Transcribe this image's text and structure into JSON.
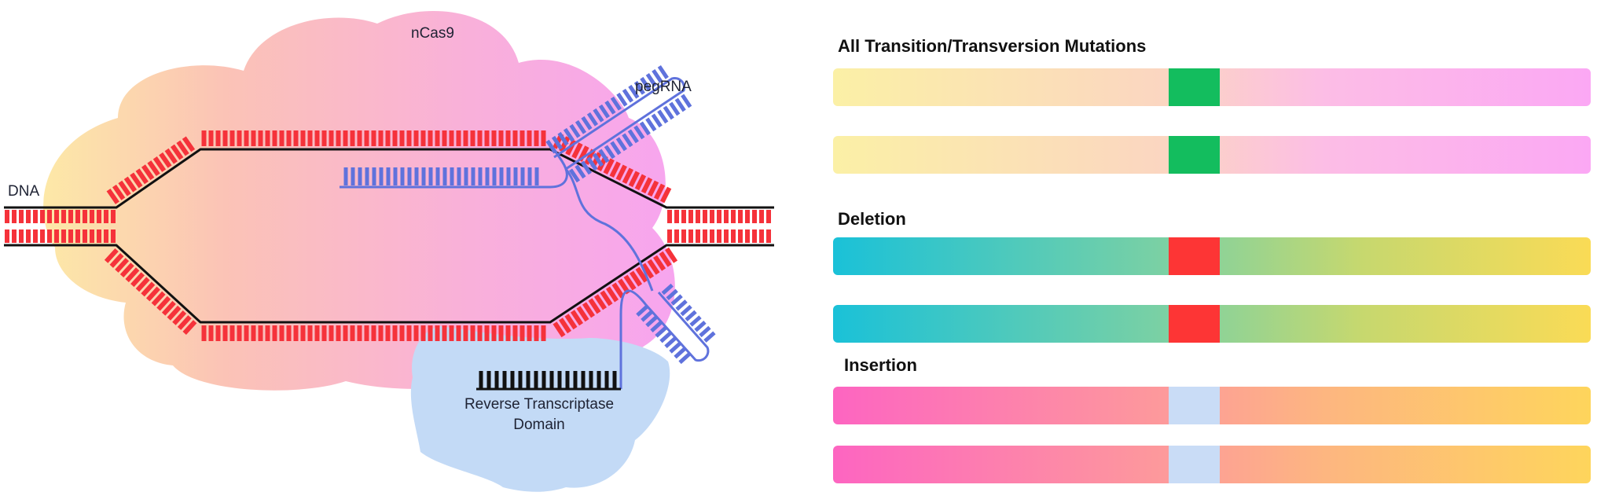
{
  "labels": {
    "protein": "nCas9",
    "guide": "pegRNA",
    "dna": "DNA",
    "rt_domain_line1": "Reverse Transcriptase",
    "rt_domain_line2": "Domain"
  },
  "panels": [
    {
      "heading": "All Transition/Transversion Mutations",
      "gradient": [
        "#fbf0a6",
        "#fbd5c2",
        "#fcbde6",
        "#fba8f4"
      ],
      "marker_color": "#13bd5e"
    },
    {
      "heading": "Deletion",
      "gradient": [
        "#1ac1d8",
        "#7ed1a2",
        "#c7d86e",
        "#fadb56"
      ],
      "marker_color": "#fd3535"
    },
    {
      "heading": "Insertion",
      "gradient": [
        "#fd65c1",
        "#fd9b9a",
        "#fdb680",
        "#fed55c"
      ],
      "marker_color": "#c9dcf6"
    }
  ],
  "colors": {
    "dna_rungs": "#f5323a",
    "dna_strand": "#111111",
    "pegrna": "#5f72dc",
    "rt_fill": "#c3daf6",
    "rt_template": "#111111",
    "cloud": [
      "#fdeba6",
      "#fbc3b6",
      "#f9b0da",
      "#f7a5ef"
    ]
  }
}
